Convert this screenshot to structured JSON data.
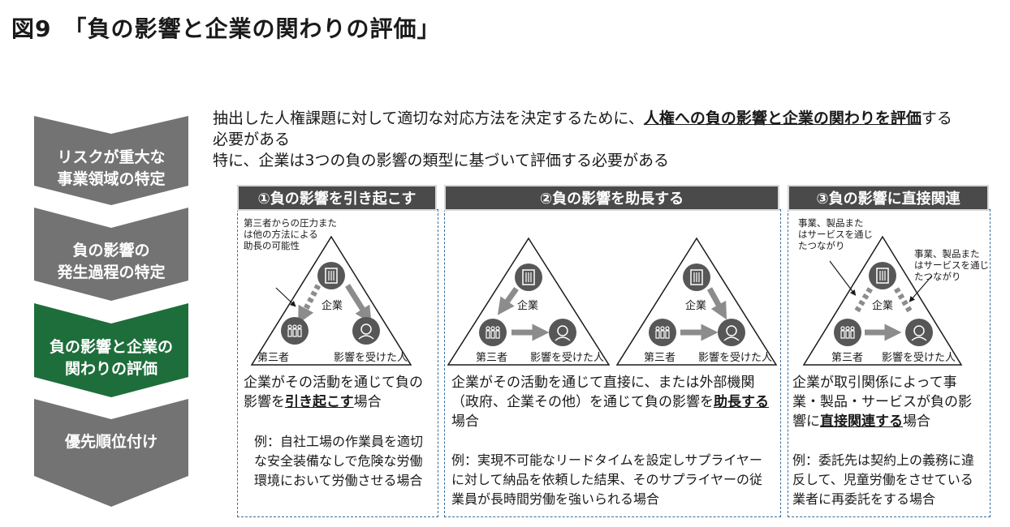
{
  "title": "図9　「負の影響と企業の関わりの評価」",
  "steps": [
    {
      "label": "リスクが重大な\n事業領域の特定",
      "active": false
    },
    {
      "label": "負の影響の\n発生過程の特定",
      "active": false
    },
    {
      "label": "負の影響と企業の\n関わりの評価",
      "active": true
    },
    {
      "label": "優先順位付け",
      "active": false
    }
  ],
  "colors": {
    "step_gray": "#737373",
    "step_active": "#1e6e3b",
    "header_bg": "#4a4a4a",
    "arrow_gray": "#8c8c8c",
    "border_blue": "#3a6e99"
  },
  "intro": {
    "line1_a": "抽出した人権課題に対して適切な対応方法を決定するために、",
    "line1_b": "人権への負の影響と企業の関わりを評価",
    "line1_c": "する",
    "line2": "必要がある",
    "line3": "特に、企業は3つの負の影響の類型に基づいて評価する必要がある"
  },
  "columns": [
    {
      "header": "①負の影響を引き起こす",
      "note": "第三者からの圧力また\nは他の方法による\n助長の可能性",
      "desc_a": "企業がその活動を通じて負の影響を",
      "desc_b": "引き起こす",
      "desc_c": "場合",
      "example": "例：自社工場の作業員を適切な安全装備なしで危険な労働環境において労働させる場合"
    },
    {
      "header": "②負の影響を助長する",
      "desc_a": "企業がその活動を通じて直接に、または外部機関（政府、企業その他）を通じて負の影響を",
      "desc_b": "助長する",
      "desc_c": "場合",
      "example": "例：実現不可能なリードタイムを設定しサプライヤーに対して納品を依頼した結果、そのサプライヤーの従業員が長時間労働を強いられる場合"
    },
    {
      "header": "③負の影響に直接関連",
      "note_left": "事業、製品また\nはサービスを通じ\nたつながり",
      "note_right": "事業、製品また\nはサービスを通じ\nたつながり",
      "desc_a": "企業が取引関係によって事業・製品・サービスが負の影響に",
      "desc_b": "直接関連する",
      "desc_c": "場合",
      "example": "例：委託先は契約上の義務に違反して、児童労働をさせている業者に再委託をする場合"
    }
  ],
  "triangle_labels": {
    "company": "企業",
    "third_party": "第三者",
    "affected": "影響を受けた人"
  }
}
